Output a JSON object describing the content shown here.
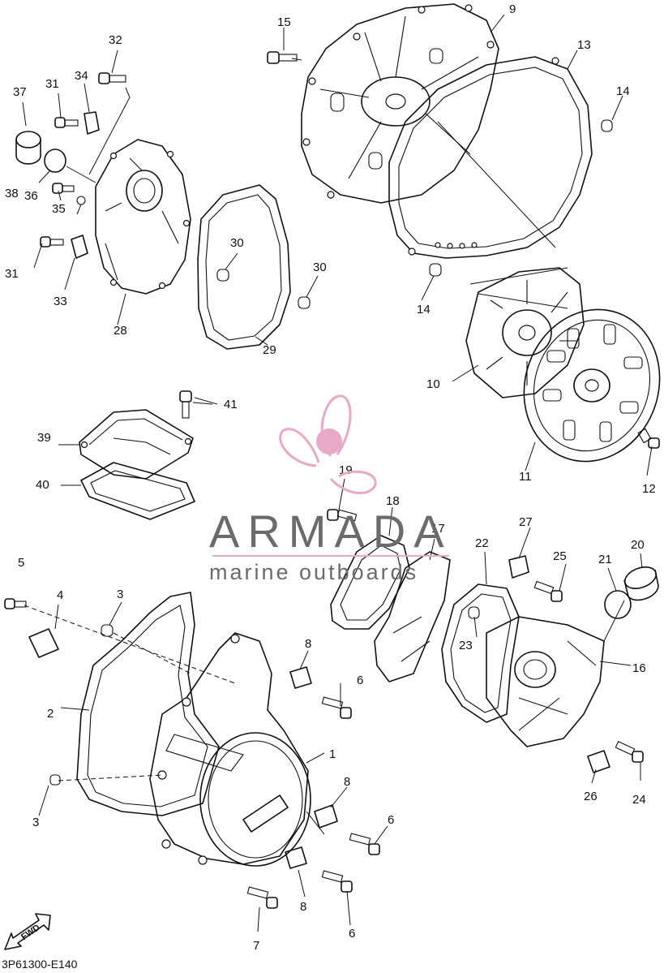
{
  "document_code": "3P61300-E140",
  "fwd_label": "FWD",
  "watermark": {
    "brand": "ARMADA",
    "tagline": "marine outboards",
    "logo_color": "#e8a9c8",
    "text_color": "#6b6b6b"
  },
  "callouts": [
    {
      "id": "c1",
      "label": "1"
    },
    {
      "id": "c2",
      "label": "2"
    },
    {
      "id": "c3a",
      "label": "3"
    },
    {
      "id": "c3b",
      "label": "3"
    },
    {
      "id": "c4",
      "label": "4"
    },
    {
      "id": "c5",
      "label": "5"
    },
    {
      "id": "c6a",
      "label": "6"
    },
    {
      "id": "c6b",
      "label": "6"
    },
    {
      "id": "c6c",
      "label": "6"
    },
    {
      "id": "c7",
      "label": "7"
    },
    {
      "id": "c8a",
      "label": "8"
    },
    {
      "id": "c8b",
      "label": "8"
    },
    {
      "id": "c8c",
      "label": "8"
    },
    {
      "id": "c9",
      "label": "9"
    },
    {
      "id": "c10",
      "label": "10"
    },
    {
      "id": "c11",
      "label": "11"
    },
    {
      "id": "c12",
      "label": "12"
    },
    {
      "id": "c13",
      "label": "13"
    },
    {
      "id": "c14a",
      "label": "14"
    },
    {
      "id": "c14b",
      "label": "14"
    },
    {
      "id": "c15",
      "label": "15"
    },
    {
      "id": "c16",
      "label": "16"
    },
    {
      "id": "c17",
      "label": "17"
    },
    {
      "id": "c18",
      "label": "18"
    },
    {
      "id": "c19",
      "label": "19"
    },
    {
      "id": "c20",
      "label": "20"
    },
    {
      "id": "c21",
      "label": "21"
    },
    {
      "id": "c22",
      "label": "22"
    },
    {
      "id": "c23",
      "label": "23"
    },
    {
      "id": "c24",
      "label": "24"
    },
    {
      "id": "c25",
      "label": "25"
    },
    {
      "id": "c26",
      "label": "26"
    },
    {
      "id": "c27",
      "label": "27"
    },
    {
      "id": "c28",
      "label": "28"
    },
    {
      "id": "c29",
      "label": "29"
    },
    {
      "id": "c30a",
      "label": "30"
    },
    {
      "id": "c30b",
      "label": "30"
    },
    {
      "id": "c31a",
      "label": "31"
    },
    {
      "id": "c31b",
      "label": "31"
    },
    {
      "id": "c32",
      "label": "32"
    },
    {
      "id": "c33",
      "label": "33"
    },
    {
      "id": "c34",
      "label": "34"
    },
    {
      "id": "c35",
      "label": "35"
    },
    {
      "id": "c36",
      "label": "36"
    },
    {
      "id": "c37",
      "label": "37"
    },
    {
      "id": "c38",
      "label": "38"
    },
    {
      "id": "c39",
      "label": "39"
    },
    {
      "id": "c40",
      "label": "40"
    },
    {
      "id": "c41",
      "label": "41"
    }
  ]
}
